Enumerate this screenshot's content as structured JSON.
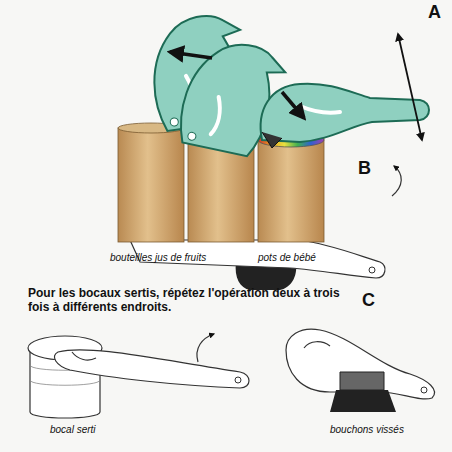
{
  "diagram": {
    "labels": [
      "A",
      "B",
      "bouteilles jus de fruits",
      "pots de bébé",
      "Pour les bocaux sertis, répétez l'opération deux à trois fois à différents endroits.",
      "C",
      "bocal serti",
      "bouchons vissés"
    ]
  }
}
